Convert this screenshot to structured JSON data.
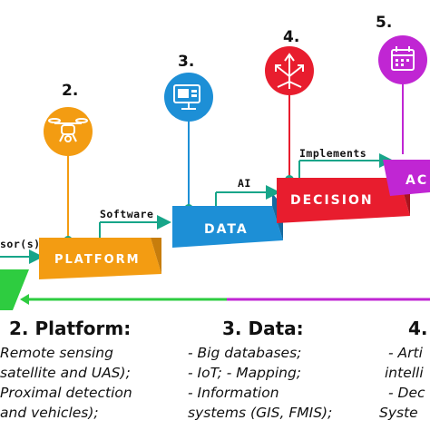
{
  "steps": {
    "sensor": {
      "arrow_label": "sor(s)",
      "color": "#2ecc40"
    },
    "platform": {
      "number": "2.",
      "box_label": "PLATFORM",
      "color": "#f39c12",
      "icon": "drone-icon"
    },
    "data": {
      "number": "3.",
      "box_label": "DATA",
      "color": "#1d8fd6",
      "icon": "computer-icon"
    },
    "decision": {
      "number": "4.",
      "box_label": "DECISION",
      "color": "#e81d2e",
      "icon": "decision-arrows-icon"
    },
    "action": {
      "number": "5.",
      "box_label": "AC",
      "color": "#c026d3",
      "icon": "calendar-icon"
    }
  },
  "arrows": {
    "software": "Software",
    "ai": "AI",
    "implements": "Implements"
  },
  "columns": [
    {
      "heading": "2. Platform:",
      "items": [
        "Remote sensing",
        "satellite and UAS);",
        "Proximal detection",
        "and vehicles);"
      ]
    },
    {
      "heading": "3. Data:",
      "items": [
        "- Big databases;",
        "- IoT; - Mapping;",
        "- Information",
        "systems (GIS, FMIS);"
      ]
    },
    {
      "heading": "4.",
      "items": [
        "- Arti",
        "intelli",
        "- Dec",
        "Syste"
      ]
    }
  ],
  "colors": {
    "feedback_green": "#2ecc40",
    "feedback_purple": "#c026d3",
    "connector_teal": "#17a589"
  }
}
